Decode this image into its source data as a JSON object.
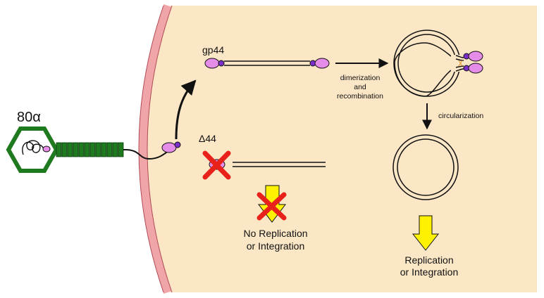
{
  "labels": {
    "phage_name": "80α",
    "gp44": "gp44",
    "delta44": "Δ44",
    "dimerization_1": "dimerization",
    "dimerization_2": "and",
    "dimerization_3": "recombination",
    "circularization": "circularization",
    "no_replication_1": "No Replication",
    "no_replication_2": "or Integration",
    "replication_1": "Replication",
    "replication_2": "or Integration"
  },
  "colors": {
    "cell_interior": "#fbe7c6",
    "cell_membrane": "#f0a5a8",
    "phage_green": "#1f7a1f",
    "protein_pink": "#e58be8",
    "protein_purple": "#7b2fc9",
    "arrow_yellow": "#fff200",
    "cross_red": "#e8221b",
    "dna_line": "#111111"
  },
  "icons": [
    "phage-icon",
    "gp44-protein-icon",
    "dna-duplex-icon",
    "circular-dna-icon",
    "red-cross-icon",
    "yellow-arrow-icon"
  ]
}
